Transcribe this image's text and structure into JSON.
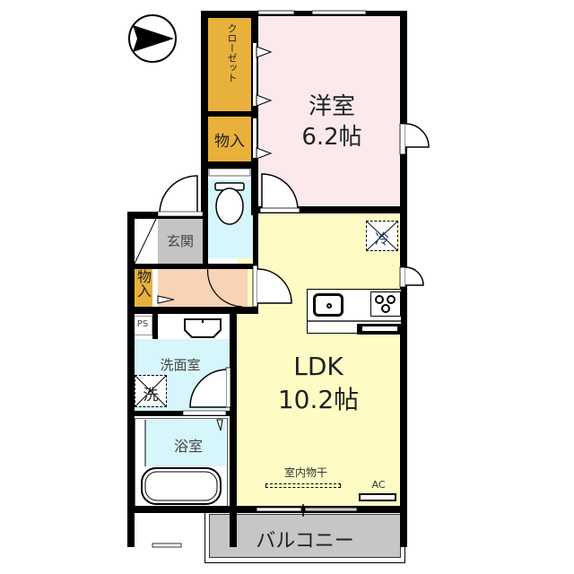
{
  "compass": {
    "icon": "north-arrow-icon",
    "direction": "east"
  },
  "rooms": {
    "western_room": {
      "name": "洋室",
      "size": "6.2帖",
      "color": "#fbe9ec"
    },
    "ldk": {
      "name": "LDK",
      "size": "10.2帖",
      "color": "#fefcc4"
    },
    "closet": {
      "name": "クローゼット",
      "color": "#e8b13b"
    },
    "storage_top": {
      "name": "物入",
      "color": "#e8b13b"
    },
    "storage_left": {
      "name": "物入",
      "color": "#e8b13b"
    },
    "entrance": {
      "name": "玄関",
      "color": "#c4c4c4"
    },
    "hall": {
      "color": "#f8d3b5"
    },
    "toilet": {
      "color": "#d6f6fb"
    },
    "washroom": {
      "name": "洗面室",
      "color": "#d6f6fb"
    },
    "bathroom": {
      "name": "浴室",
      "color": "#d6f6fb"
    },
    "balcony": {
      "name": "バルコニー",
      "color": "#c6c6c6"
    }
  },
  "fixtures": {
    "refrigerator": "冷",
    "washer": "洗",
    "pipe_space": "PS",
    "indoor_drying": "室内物干",
    "air_conditioner": "AC"
  }
}
